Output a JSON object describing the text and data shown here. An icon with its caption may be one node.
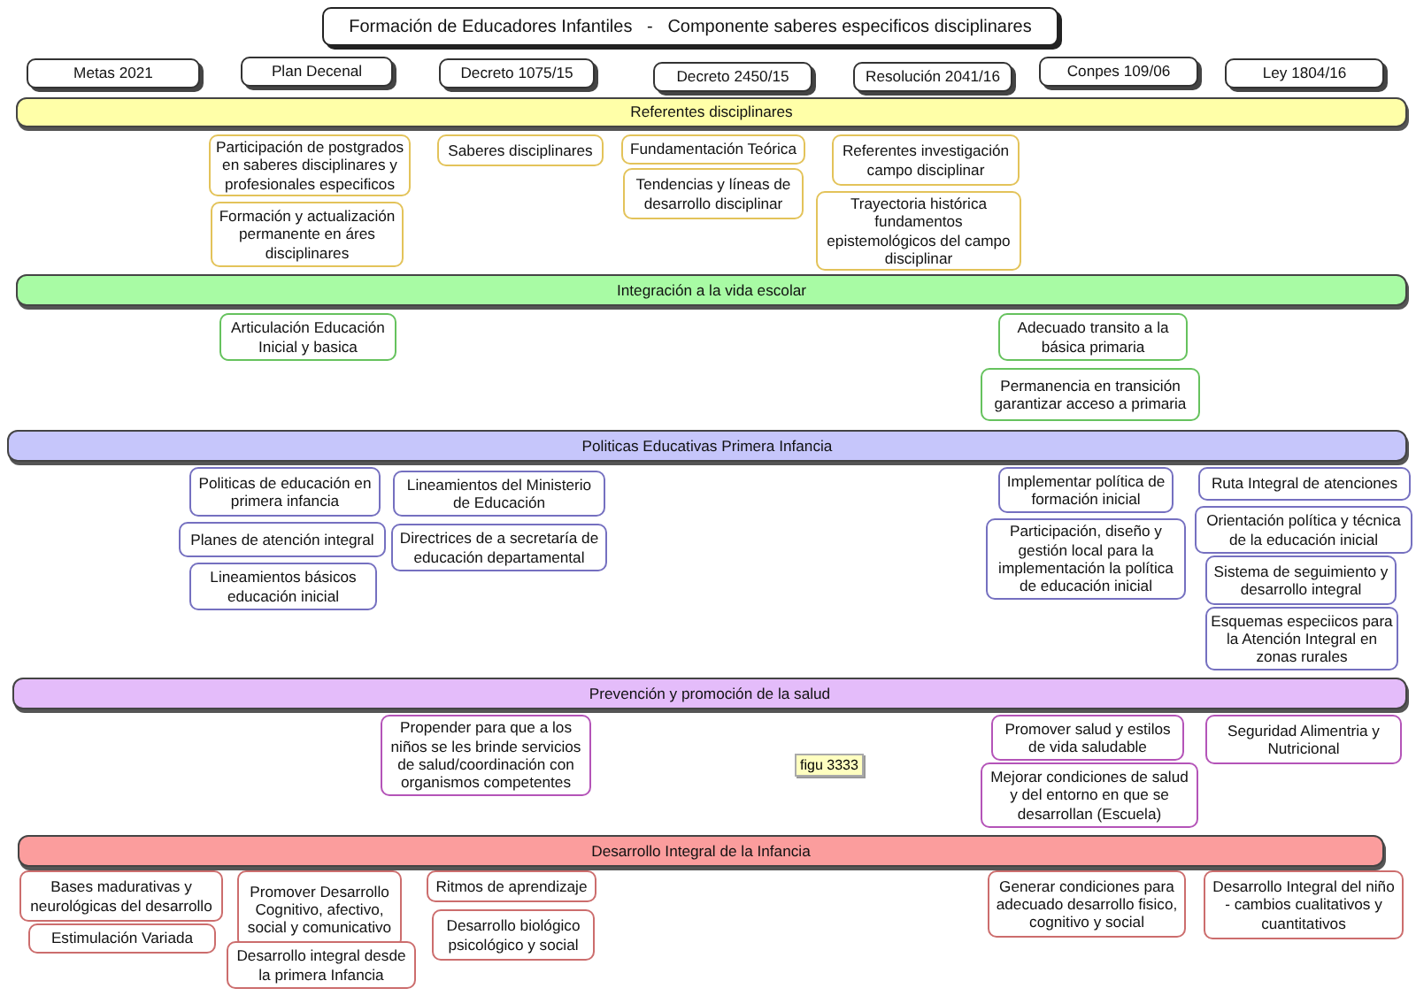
{
  "diagram": {
    "title": "Formación de Educadores Infantiles   -   Componente saberes especificos disciplinares",
    "nodes": [
      {
        "text": [
          "Metas 2021"
        ]
      },
      {
        "text": [
          "Plan Decenal"
        ]
      },
      {
        "text": [
          "Decreto 1075/15"
        ]
      },
      {
        "text": [
          "Decreto 2450/15"
        ]
      },
      {
        "text": [
          "Resolución 2041/16"
        ]
      },
      {
        "text": [
          "Conpes 109/06"
        ]
      },
      {
        "text": [
          "Ley 1804/16"
        ]
      },
      {
        "text": [
          "Referentes disciplinares"
        ]
      },
      {
        "text": [
          "Participación de postgrados en saberes disciplinares y profesionales especificos"
        ]
      },
      {
        "text": [
          "Formación y actualización permanente en áres disciplinares"
        ]
      },
      {
        "text": [
          "Saberes disciplinares"
        ]
      },
      {
        "text": [
          "Fundamentación Teórica"
        ]
      },
      {
        "text": [
          "Tendencias y líneas de desarrollo disciplinar"
        ]
      },
      {
        "text": [
          "Referentes investigación campo disciplinar"
        ]
      },
      {
        "text": [
          "Trayectoria histórica fundamentos epistemológicos del campo disciplinar"
        ]
      },
      {
        "text": [
          "Integración a la vida escolar"
        ]
      },
      {
        "text": [
          "Articulación Educación Inicial y basica"
        ]
      },
      {
        "text": [
          "Adecuado transito a la básica primaria"
        ]
      },
      {
        "text": [
          "Permanencia en transición garantizar acceso a primaria"
        ]
      },
      {
        "text": [
          "Politicas Educativas Primera Infancia"
        ]
      },
      {
        "text": [
          "Politicas de educación en primera infancia"
        ]
      },
      {
        "text": [
          "Planes de atención integral"
        ]
      },
      {
        "text": [
          "Lineamientos básicos educación inicial"
        ]
      },
      {
        "text": [
          "Lineamientos del Ministerio de Educación"
        ]
      },
      {
        "text": [
          "Directrices de a secretaría de educación departamental"
        ]
      },
      {
        "text": [
          "Implementar política de formación inicial"
        ]
      },
      {
        "text": [
          "Participación, diseño y gestión local para la implementación la política de educación inicial"
        ]
      },
      {
        "text": [
          "Ruta Integral de atenciones"
        ]
      },
      {
        "text": [
          "Orientación política y técnica de la educación inicial"
        ]
      },
      {
        "text": [
          "Sistema de seguimiento y desarrollo integral"
        ]
      },
      {
        "text": [
          "Esquemas especiicos para la Atención Integral en zonas rurales"
        ]
      },
      {
        "text": [
          "Prevención y promoción de la salud"
        ]
      },
      {
        "text": [
          "Propender para que a los niños se les brinde servicios de salud/coordinación con organismos competentes"
        ]
      },
      {
        "text": [
          "Promover salud y estilos de vida saludable"
        ]
      },
      {
        "text": [
          "Mejorar condiciones de salud y del entorno en que se desarrollan (Escuela)"
        ]
      },
      {
        "text": [
          "Seguridad Alimentria y Nutricional"
        ]
      },
      {
        "text": [
          "Desarrollo Integral de la Infancia"
        ]
      },
      {
        "text": [
          "Bases madurativas y neurológicas del desarrollo"
        ]
      },
      {
        "text": [
          "Estimulación Variada"
        ]
      },
      {
        "text": [
          "Promover Desarrollo Cognitivo, afectivo, social y comunicativo"
        ]
      },
      {
        "text": [
          "Desarrollo integral desde la primera Infancia"
        ]
      },
      {
        "text": [
          "Ritmos de aprendizaje"
        ]
      },
      {
        "text": [
          "Desarrollo biológico psicológico y social"
        ]
      },
      {
        "text": [
          "Generar condiciones para adecuado desarrollo fisico, cognitivo y social"
        ]
      },
      {
        "text": [
          "Desarrollo Integral del niño - cambios cualitativos y cuantitativos"
        ]
      }
    ],
    "labels": [
      "figu 3333"
    ]
  }
}
